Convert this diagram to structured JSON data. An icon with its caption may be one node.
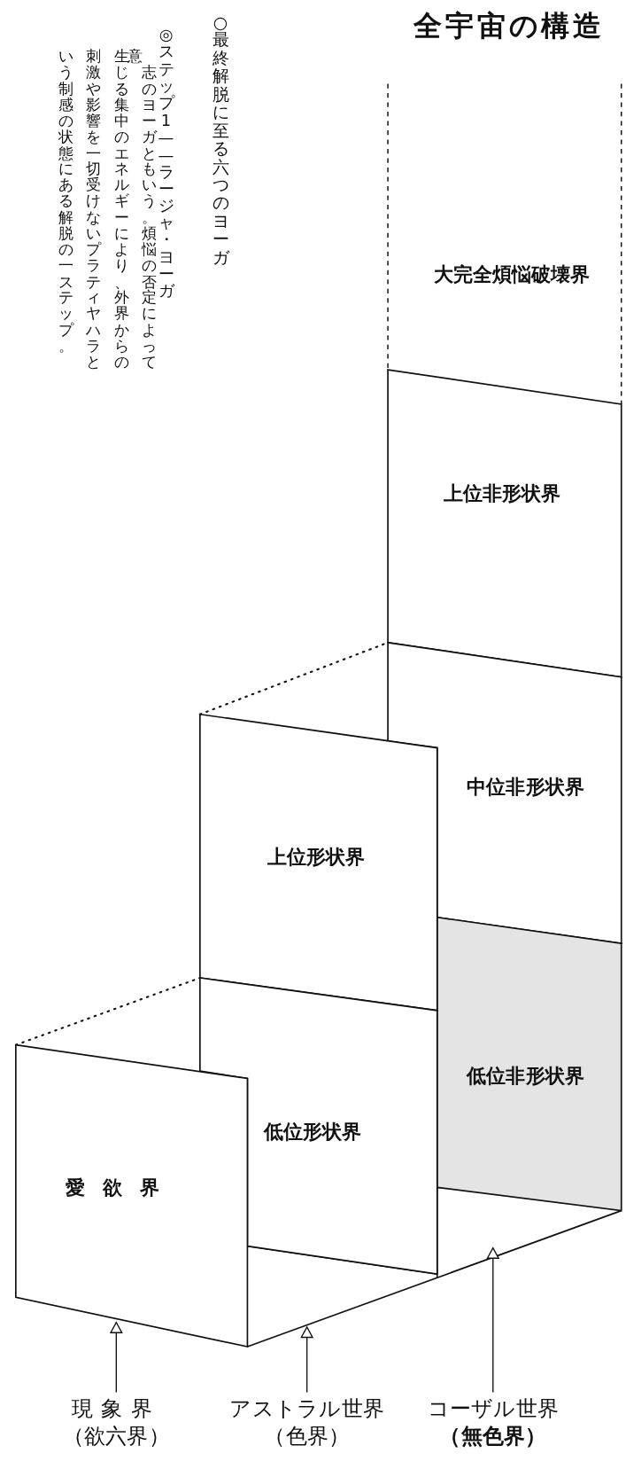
{
  "diagram": {
    "title": "全宇宙の構造",
    "nodes": [
      {
        "text": [
          "大完全煩悩破壊界"
        ]
      },
      {
        "text": [
          "上位非形状界"
        ]
      },
      {
        "text": [
          "中位非形状界"
        ]
      },
      {
        "text": [
          "低位非形状界"
        ]
      },
      {
        "text": [
          "上位形状界"
        ]
      },
      {
        "text": [
          "低位形状界"
        ]
      },
      {
        "text": [
          "愛欲界"
        ]
      },
      {
        "text": [
          "現象界",
          "（欲六界）"
        ]
      },
      {
        "text": [
          "アストラル世界",
          "（色界）"
        ]
      },
      {
        "text": [
          "コーザル世界",
          "（無色界）"
        ]
      }
    ],
    "edges": [
      {
        "from": 7,
        "to": 6,
        "arrow": "to"
      },
      {
        "from": 8,
        "to": null,
        "arrow": "to"
      },
      {
        "from": 9,
        "to": null,
        "arrow": "to"
      }
    ],
    "labels": [
      "○最終解脱に至る六つのヨーガ",
      "◎ステップ1——ラージャ・ヨーガ",
      "意志のヨーガともいう。煩悩の否定によって生じる集中のエネルギーにより、外界からの刺激や影響を一切受けないプラティヤハラという制感の状態にある解脱の一ステップ。"
    ]
  }
}
